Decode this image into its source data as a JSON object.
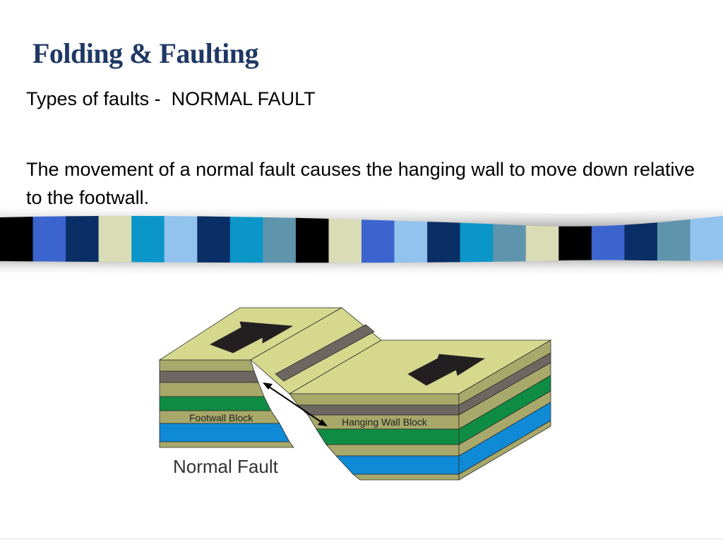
{
  "slide": {
    "title": "Folding & Faulting",
    "subtitle": "Types of faults -  NORMAL FAULT",
    "body": "The movement of a normal fault causes the hanging wall to move down relative to the footwall."
  },
  "band": {
    "colors": [
      "#000000",
      "#3b64cf",
      "#0a2f66",
      "#d9dcb4",
      "#0b96c9",
      "#92c3ee",
      "#0a2f66",
      "#0b96c9",
      "#5e95ad",
      "#000000",
      "#d9dcb4",
      "#3b64cf",
      "#92c3ee",
      "#0a2f66",
      "#0b96c9",
      "#5e95ad",
      "#d9dcb4",
      "#000000",
      "#3b64cf",
      "#0a2f66",
      "#5e95ad",
      "#92c3ee"
    ]
  },
  "diagram": {
    "footwall_label": "Footwall Block",
    "hanging_wall_label": "Hanging Wall Block",
    "caption": "Normal Fault",
    "colors": {
      "top_surface": "#d6d88e",
      "olive": "#a8a86a",
      "dark_gray": "#6e6660",
      "green": "#0f8c44",
      "blue": "#0f8ad6",
      "arrow": "#231f20",
      "outline": "#2b2b2b"
    }
  }
}
